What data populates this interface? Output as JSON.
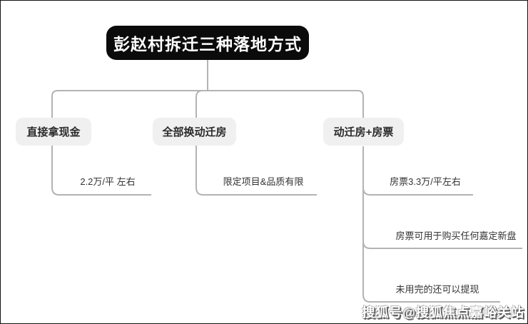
{
  "root": {
    "label": "彭赵村拆迁三种落地方式"
  },
  "branches": [
    {
      "label": "直接拿现金",
      "children": [
        {
          "label": "2.2万/平 左右"
        }
      ]
    },
    {
      "label": "全部换动迁房",
      "children": [
        {
          "label": "限定项目&品质有限"
        }
      ]
    },
    {
      "label": "动迁房+房票",
      "children": [
        {
          "label": "房票3.3万/平左右"
        },
        {
          "label": "房票可用于购买任何嘉定新盘"
        },
        {
          "label": "未用完的还可以提现"
        }
      ]
    }
  ],
  "watermark": {
    "text": "搜狐号@搜狐焦点嘉峪关站"
  },
  "colors": {
    "root_bg": "#0b0b0b",
    "root_text": "#ffffff",
    "branch_bg": "#f0f0f0",
    "branch_text": "#2b2b2b",
    "leaf_text": "#333333",
    "connector_line": "#b3b3b3",
    "page_border": "#141414",
    "background": "#ffffff"
  }
}
